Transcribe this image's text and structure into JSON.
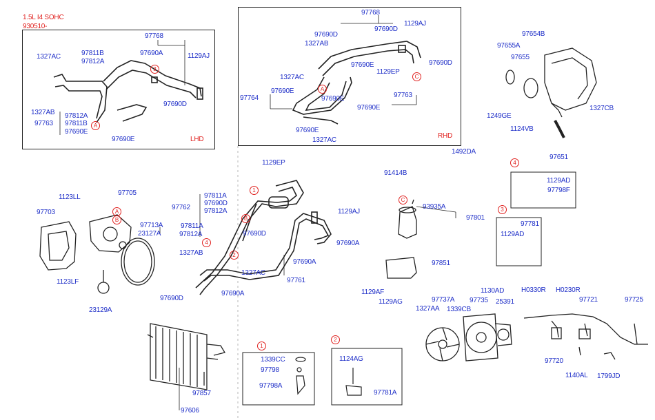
{
  "header": {
    "engine": "1.5L I4 SOHC",
    "date_range": "930510-"
  },
  "regions": {
    "lhd": "LHD",
    "rhd": "RHD"
  },
  "callout_colors": {
    "part_number": "#1f2fc8",
    "callout": "#e0201e",
    "line": "#222222"
  },
  "callouts": {
    "a": "A",
    "b": "B",
    "c": "C",
    "n1": "1",
    "n2": "2",
    "n3": "3",
    "n4": "4"
  },
  "lhd_parts": {
    "p97768": "97768",
    "p1327ac": "1327AC",
    "p97811b": "97811B",
    "p97812a": "97812A",
    "p97690a": "97690A",
    "p1129aj": "1129AJ",
    "p1327ab": "1327AB",
    "p97812a_2": "97812A",
    "p97763": "97763",
    "p97811b_2": "97811B",
    "p97690e": "97690E",
    "p97690d": "97690D",
    "p97690e_2": "97690E"
  },
  "rhd_parts": {
    "p97768": "97768",
    "p97690d_a": "97690D",
    "p97690d_b": "97690D",
    "p1129aj": "1129AJ",
    "p1327ab": "1327AB",
    "p97690e_a": "97690E",
    "p1327ac": "1327AC",
    "p1129ep": "1129EP",
    "p97690d_c": "97690D",
    "p97764": "97764",
    "p97690e_b": "97690E",
    "p97763": "97763",
    "p97690e_c": "97690E",
    "p97690e_d": "97690E",
    "p97690e_e": "97690E",
    "p1327ac_2": "1327AC"
  },
  "top_right_parts": {
    "p97654b": "97654B",
    "p97655a": "97655A",
    "p97655": "97655",
    "p1249ge": "1249GE",
    "p1124vb": "1124VB",
    "p1327cb": "1327CB",
    "p97651": "97651"
  },
  "middle_parts": {
    "p1129ep": "1129EP",
    "p91414b": "91414B",
    "p1492da": "1492DA",
    "p97762": "97762",
    "p97811a": "97811A",
    "p97690d": "97690D",
    "p97812a": "97812A",
    "p1129aj": "1129AJ",
    "p97811a_2": "97811A",
    "p97812a_2": "97812A",
    "p97690d_2": "97690D",
    "p97690a": "97690A",
    "p1327ab": "1327AB",
    "p1327ac": "1327AC",
    "p97690a_2": "97690A",
    "p97761": "97761",
    "p97690d_3": "97690D",
    "p97690a_3": "97690A"
  },
  "left_parts": {
    "p1123ll": "1123LL",
    "p97705": "97705",
    "p97703": "97703",
    "p97713a": "97713A",
    "p23127a": "23127A",
    "p1123lf": "1123LF",
    "p23129a": "23129A"
  },
  "receiver_parts": {
    "p93935a": "93935A",
    "p97801": "97801",
    "p97851": "97851",
    "p1129af": "1129AF",
    "p1129ag": "1129AG"
  },
  "box4_parts": {
    "p1129ad": "1129AD",
    "p97798f": "97798F"
  },
  "box3_parts": {
    "p97781": "97781",
    "p1129ad": "1129AD"
  },
  "fan_parts": {
    "p1130ad": "1130AD",
    "p97737a": "97737A",
    "p97735": "97735",
    "p25391": "25391",
    "p1327aa": "1327AA",
    "p1339cb": "1339CB"
  },
  "harness_parts": {
    "ph0330r": "H0330R",
    "ph0230r": "H0230R",
    "p97721": "97721",
    "p97725": "97725",
    "p97720": "97720",
    "p1140al": "1140AL",
    "p1799jd": "1799JD"
  },
  "condenser_parts": {
    "p97857": "97857",
    "p97606": "97606"
  },
  "box1_parts": {
    "p1339cc": "1339CC",
    "p97798": "97798",
    "p97798a": "97798A"
  },
  "box2_parts": {
    "p1124ag": "1124AG",
    "p97781a": "97781A"
  }
}
